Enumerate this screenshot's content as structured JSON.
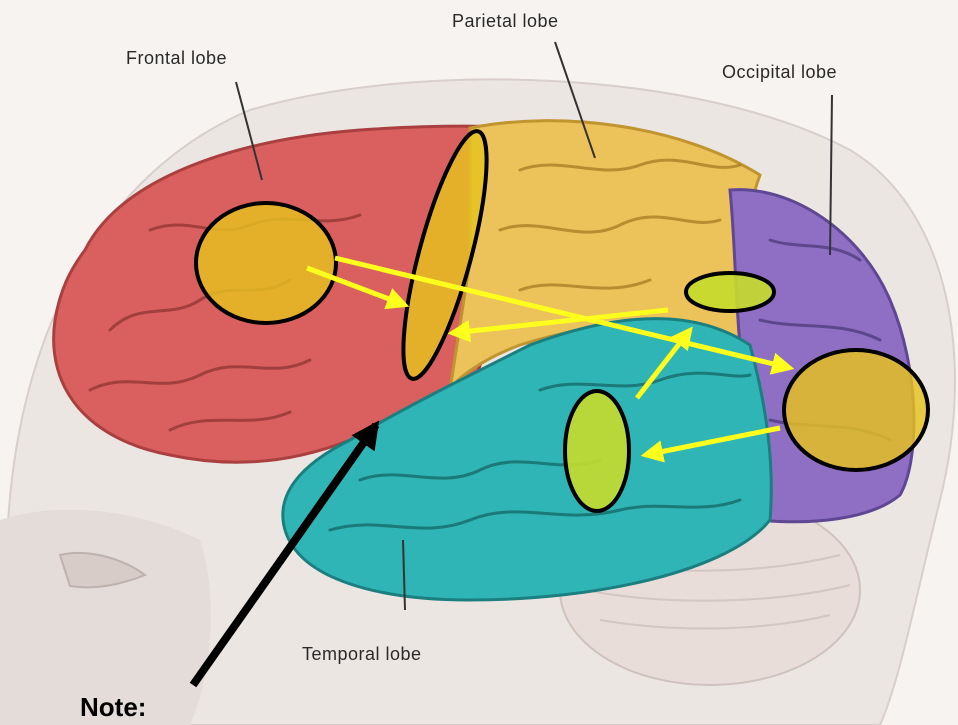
{
  "labels": {
    "frontal": "Frontal lobe",
    "parietal": "Parietal lobe",
    "occipital": "Occipital lobe",
    "temporal": "Temporal lobe",
    "note": "Note:"
  },
  "colors": {
    "frontal": "#d9605e",
    "parietal": "#ecc25a",
    "occipital": "#8e6fc4",
    "temporal": "#2fb5b5",
    "highlight_gold": "#e6c21e",
    "highlight_lime": "#c7dc2a",
    "arrow_yellow": "#ffff1e",
    "arrow_black": "#000000"
  }
}
